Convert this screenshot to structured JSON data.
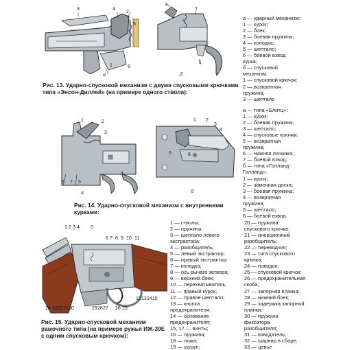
{
  "figure13": {
    "caption": "Рис. 13. Ударно-спусковой механизм с двумя спусковыми крючками типа «Энсон-Диллей» (на примере одного ствола):",
    "sublabels": [
      "а",
      "б"
    ],
    "callouts": [
      "1",
      "2",
      "3",
      "4",
      "5",
      "6",
      "1",
      "2",
      "3"
    ],
    "legend": [
      "а — ударный механизм:",
      "1 — курок;",
      "2 — боек;",
      "3 — боевая пружина;",
      "4 — колодка;",
      "5 — шептало;",
      "6 — боевой взвод",
      "курка;",
      "б — спусковой",
      "механизм:",
      "1 — спусковой крючок;",
      "2 — возвратная",
      "пружина;",
      "3 — шептало"
    ]
  },
  "figure14": {
    "caption": "Рис. 14. Ударно-спусковой механизм с внутренними курками:",
    "sublabels": [
      "а",
      "б"
    ],
    "callouts": [
      "1",
      "2",
      "3",
      "4",
      "5",
      "6",
      "7",
      "1",
      "2",
      "3",
      "4",
      "5",
      "6"
    ],
    "legend": [
      "а — типа «Блитц»:",
      "1 — курок;",
      "2 — боевая пружина;",
      "3 — шептало;",
      "4 — спусковые крючки;",
      "5 — возвратная",
      "пружина;",
      "6 — нижняя личинка;",
      "7 — боевой взвод;",
      "б — типа «Голланд-",
      "Голланд»:",
      "1 — курок;",
      "2 — замочная доска;",
      "3 — боевая пружина;",
      "4 — возвратная",
      "пружина;",
      "5 — шептало;",
      "6 — боевой взвод"
    ]
  },
  "figure15": {
    "caption": "Рис. 15. Ударно-спусковой механизм рамочного типа (на примере ружья ИЖ-39Е с одним спусковым крючком):",
    "callouts_top": [
      "1",
      "2",
      "3",
      "4",
      "5",
      "6",
      "7",
      "8",
      "9",
      "10",
      "11"
    ],
    "callouts_bottom": [
      "24",
      "33",
      "32",
      "31",
      "30",
      "29",
      "28",
      "27",
      "26",
      "25",
      "12",
      "13",
      "14",
      "15"
    ],
    "legend_left": [
      "1 — стволы;",
      "2 — пружина;",
      "3 — шептало левого",
      "экстрактора;",
      "4 — разобщитель;",
      "5 — левый экстрактор;",
      "6 — правый экстрактор;",
      "7 — колодка;",
      "8 — ось рычага затвора;",
      "9 — верхний боек;",
      "10 — перехватыватель;",
      "11 — правый курок;",
      "12 — правое шептало;",
      "13 — кнопка",
      "предохранителя;",
      "14 — основание",
      "предохранителя;",
      "15, 17 — винты;",
      "16 — пружина;",
      "18 — ложа;",
      "19 — шуруп;"
    ],
    "legend_right": [
      "20 — пружина",
      "спускового крючка;",
      "21 — инерционный",
      "разобщитель;",
      "22 — переводчик;",
      "23 — тяга спускового",
      "крючка;",
      "24 — поводок;",
      "25 — спусковой крючок;",
      "26 — предохранительная",
      "скоба;",
      "27 — запорная планка;",
      "28 — нижний боек;",
      "29 — задержка запорной",
      "планки;",
      "30 — пружина",
      "фиксатора",
      "разобщителя;",
      "31 — взводатель;",
      "32 — шарнир в сборе;",
      "33 — цевье"
    ]
  },
  "colors": {
    "metal_light": "#d9dde0",
    "metal_mid": "#a9b0b6",
    "metal_dark": "#6d757c",
    "wood": "#8b3a1e",
    "wood_dark": "#5e2412",
    "line": "#2a2a2a",
    "spring_highlight": "#e9c56a"
  }
}
